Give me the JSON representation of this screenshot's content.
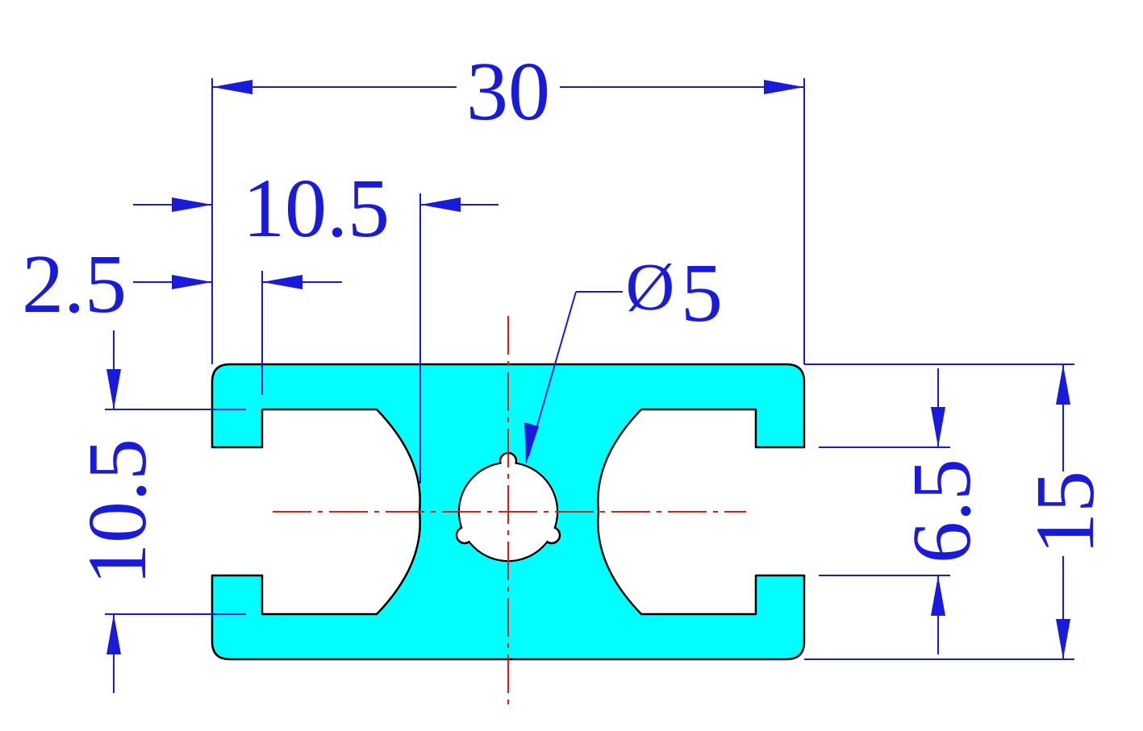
{
  "colors": {
    "dimension": "#1a1adb",
    "profile_fill": "#00ffff",
    "outline": "#000000",
    "center_line": "#d81f1f",
    "background": "#ffffff"
  },
  "dimensions": {
    "overall_width": "30",
    "inner_offset": "10.5",
    "lip_width": "2.5",
    "diameter_symbol": "Ø",
    "diameter_value": "5",
    "left_height": "10.5",
    "slot_opening": "6.5",
    "overall_height": "15"
  }
}
